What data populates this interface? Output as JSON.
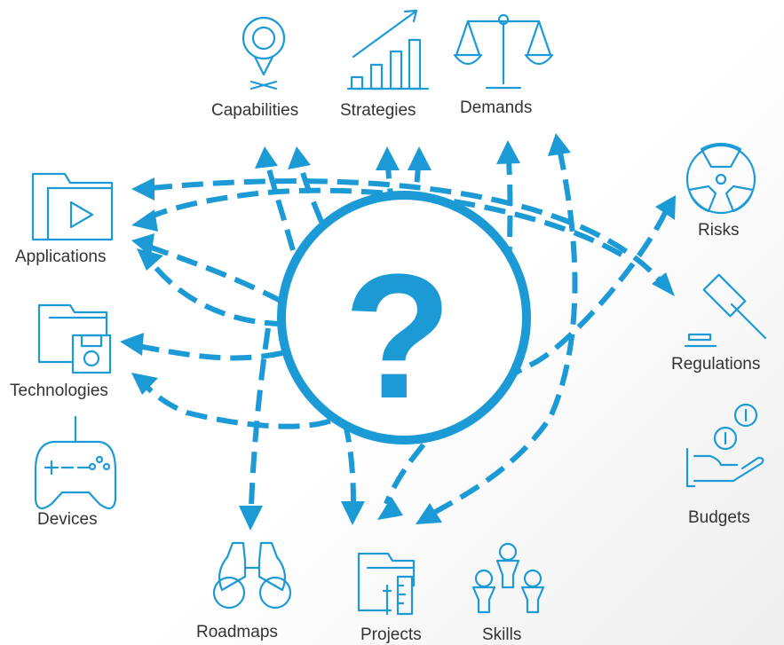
{
  "center": {
    "symbol": "?"
  },
  "nodes": {
    "capabilities": "Capabilities",
    "strategies": "Strategies",
    "demands": "Demands",
    "applications": "Applications",
    "technologies": "Technologies",
    "devices": "Devices",
    "risks": "Risks",
    "regulations": "Regulations",
    "budgets": "Budgets",
    "roadmaps": "Roadmaps",
    "projects": "Projects",
    "skills": "Skills"
  },
  "colors": {
    "accent": "#1c9ad6",
    "text": "#333333",
    "background": "#ffffff"
  },
  "icons": {
    "capabilities": "map-pin-icon",
    "strategies": "growth-chart-icon",
    "demands": "balance-scale-icon",
    "applications": "folder-play-icon",
    "technologies": "folder-disk-icon",
    "devices": "gamepad-icon",
    "risks": "radiation-icon",
    "regulations": "gavel-icon",
    "budgets": "hand-coins-icon",
    "roadmaps": "binoculars-icon",
    "projects": "folder-tools-icon",
    "skills": "team-icon"
  }
}
